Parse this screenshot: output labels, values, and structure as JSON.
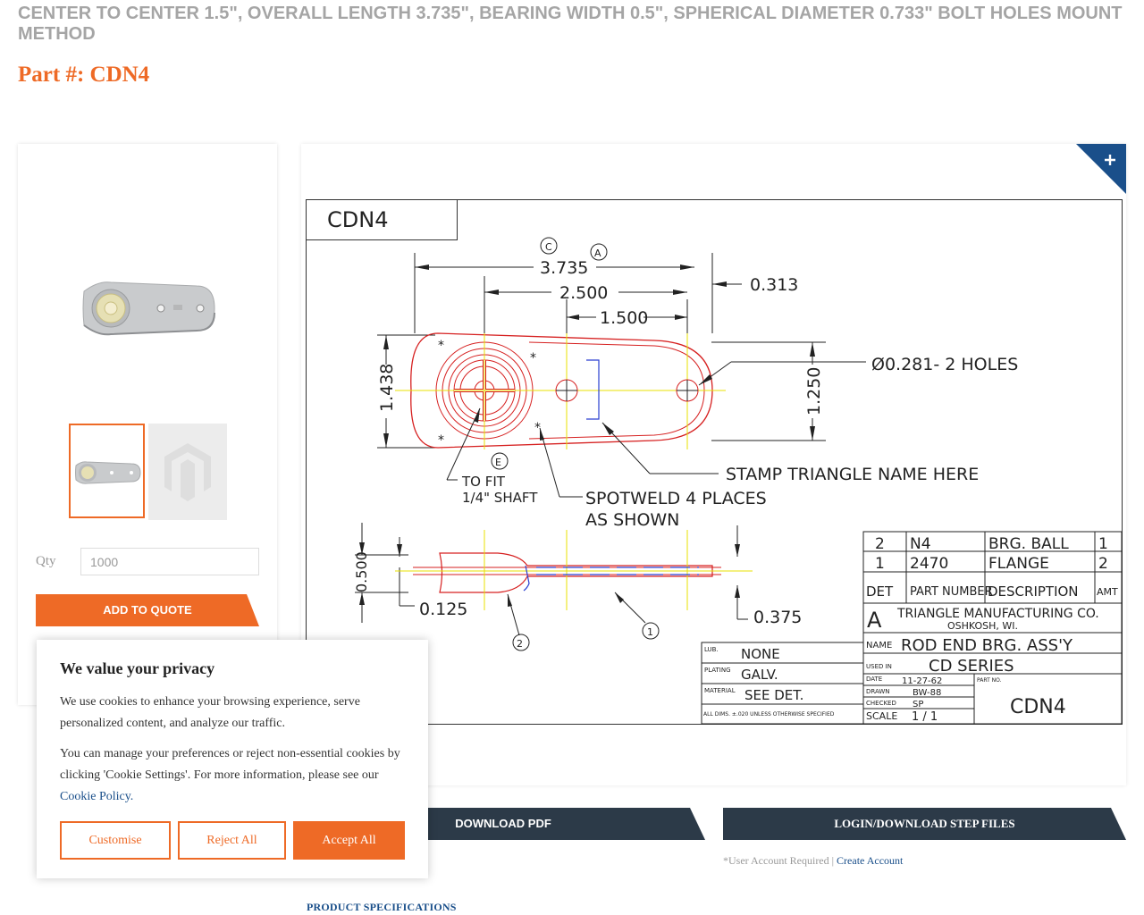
{
  "header": {
    "specs_line": "CENTER TO CENTER 1.5\", OVERALL LENGTH 3.735\", BEARING WIDTH 0.5\", SPHERICAL DIAMETER 0.733\" BOLT HOLES MOUNT METHOD",
    "part_label": "Part #: CDN4"
  },
  "product": {
    "qty_label": "Qty",
    "qty_value": "1000",
    "add_to_quote": "ADD TO QUOTE"
  },
  "drawing": {
    "title": "CDN4",
    "dims": {
      "overall": "3.735",
      "center_outer": "2.500",
      "center": "1.500",
      "tip": "0.313",
      "height": "1.438",
      "inner_height": "1.250",
      "width": "0.500",
      "thickness": "0.125",
      "offset": "0.375"
    },
    "callouts": {
      "c": "C",
      "a": "A",
      "e": "E",
      "n1": "1",
      "n2": "2",
      "holes": "Ø0.281- 2 HOLES",
      "stamp": "STAMP TRIANGLE NAME HERE",
      "shaft_1": "TO FIT",
      "shaft_2": "1/4\" SHAFT",
      "spotweld_1": "SPOTWELD 4 PLACES",
      "spotweld_2": "AS SHOWN"
    },
    "bom": {
      "rows": [
        {
          "det": "2",
          "part": "N4",
          "desc": "BRG. BALL",
          "amt": "1"
        },
        {
          "det": "1",
          "part": "2470",
          "desc": "FLANGE",
          "amt": "2"
        }
      ],
      "headers": {
        "det": "DET",
        "part": "PART NUMBER",
        "desc": "DESCRIPTION",
        "amt": "AMT"
      }
    },
    "titleblock": {
      "logo": "A",
      "company": "TRIANGLE MANUFACTURING CO.",
      "city": "OSHKOSH, WI.",
      "name_label": "NAME",
      "name": "ROD END BRG. ASS'Y",
      "used_label": "USED IN",
      "used": "CD SERIES",
      "date_label": "DATE",
      "date": "11-27-62",
      "drawn_label": "DRAWN",
      "drawn": "BW-88",
      "checked_label": "CHECKED",
      "checked": "SP",
      "scale_label": "SCALE",
      "scale": "1 / 1",
      "partno_label": "PART NO.",
      "partno": "CDN4",
      "lub_label": "LUB.",
      "lub": "NONE",
      "plating_label": "PLATING",
      "plating": "GALV.",
      "material_label": "MATERIAL",
      "material": "SEE DET.",
      "tolerance": "ALL DIMS. ±.020 UNLESS OTHERWISE SPECIFIED"
    }
  },
  "downloads": {
    "pdf": "DOWNLOAD PDF",
    "step": "LOGIN/DOWNLOAD STEP FILES",
    "note": "*User Account Required |",
    "create_account": "Create Account"
  },
  "specs_link": "PRODUCT SPECIFICATIONS",
  "cookie": {
    "title": "We value your privacy",
    "text1": "We use cookies to enhance your browsing experience, serve personalized content, and analyze our traffic.",
    "text2": "You can manage your preferences or reject non-essential cookies by clicking 'Cookie Settings'. For more information, please see our",
    "policy_link": "Cookie Policy.",
    "customise": "Customise",
    "reject": "Reject All",
    "accept": "Accept All"
  },
  "colors": {
    "accent": "#ee6a26",
    "dark_button": "#2c3a48",
    "link": "#1a4f8a",
    "muted": "#a5a5a5"
  },
  "icons": {
    "zoom": "plus-icon"
  }
}
